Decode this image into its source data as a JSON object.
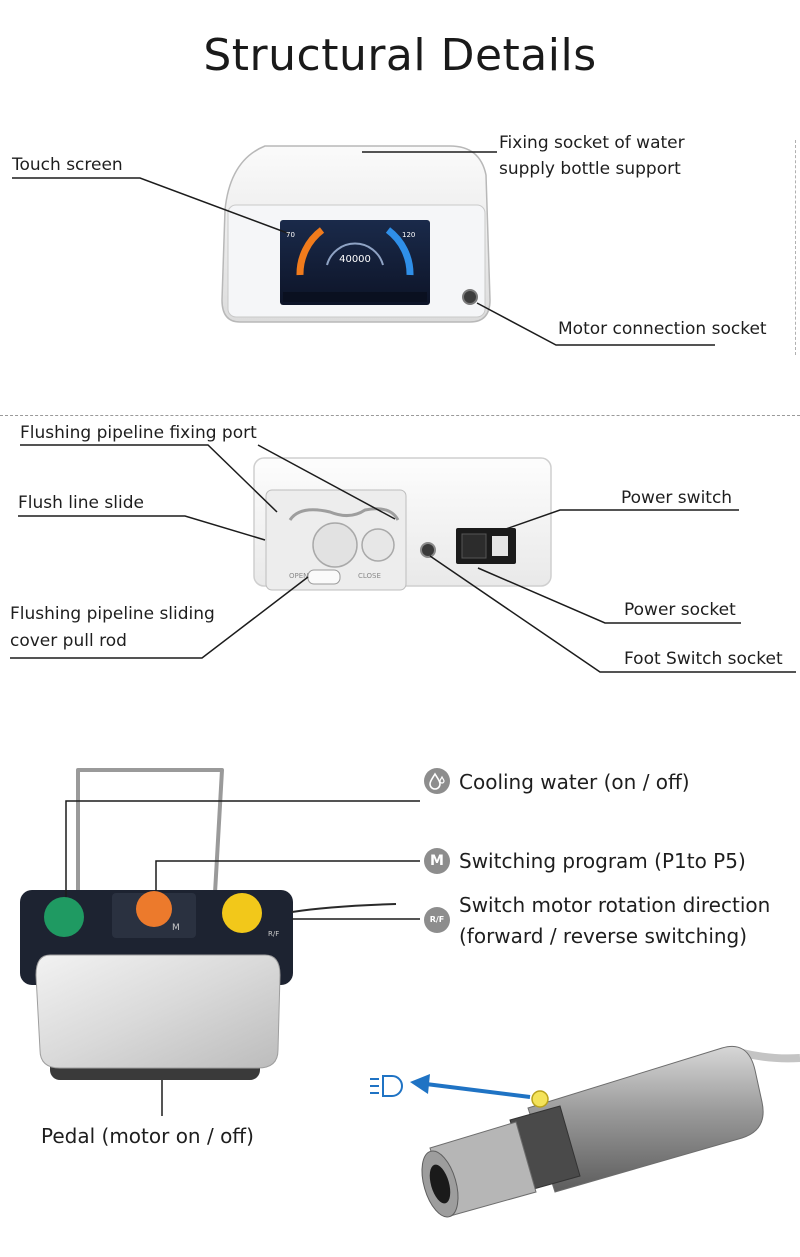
{
  "title": "Structural Details",
  "section1": {
    "touch_screen": "Touch screen",
    "fixing_socket_line1": "Fixing socket of water",
    "fixing_socket_line2": "supply bottle support",
    "motor_socket": "Motor connection socket",
    "screen": {
      "speed": "40000",
      "left_value": "70",
      "right_value": "120"
    }
  },
  "section2": {
    "flushing_port": "Flushing pipeline fixing port",
    "flush_slide": "Flush line slide",
    "pull_rod_line1": "Flushing pipeline sliding",
    "pull_rod_line2": "cover pull rod",
    "power_switch": "Power switch",
    "power_socket": "Power socket",
    "foot_switch_socket": "Foot Switch socket",
    "open_label": "OPEN",
    "close_label": "CLOSE"
  },
  "section3": {
    "cooling_water": "Cooling water (on / off)",
    "switching_program": "Switching program (P1to P5)",
    "rotation_line1": "Switch motor rotation direction",
    "rotation_line2": "(forward / reverse switching)",
    "pedal": "Pedal (motor on / off)",
    "badge_m": "M",
    "badge_rf": "R/F",
    "pedal_m_mark": "M",
    "pedal_rf_mark": "R/F"
  },
  "colors": {
    "pedal_green": "#1f9a62",
    "pedal_orange": "#ec7a2c",
    "pedal_yellow": "#f2c81a",
    "arrow_blue": "#1f73c4",
    "badge_gray": "#8d8d8d"
  }
}
